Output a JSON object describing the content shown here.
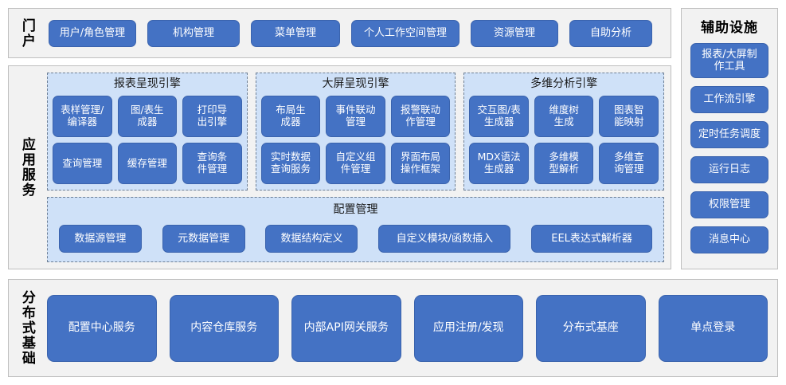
{
  "colors": {
    "button_blue": "#4472C4",
    "panel_light_blue": "#CFE1F8",
    "outer_grey": "#F2F2F2",
    "border_grey": "#BFBFBF",
    "dashed_border": "#6D7F95",
    "button_text": "#FFFFFF"
  },
  "portal": {
    "label": "门户",
    "buttons": [
      "用户/角色管理",
      "机构管理",
      "菜单管理",
      "个人工作空间管理",
      "资源管理",
      "自助分析"
    ]
  },
  "auxiliary": {
    "title": "辅助设施",
    "buttons": [
      "报表/大屏制\n作工具",
      "工作流引擎",
      "定时任务调度",
      "运行日志",
      "权限管理",
      "消息中心"
    ]
  },
  "application_services": {
    "label": "应用服务",
    "engines": [
      {
        "title": "报表呈现引擎",
        "items": [
          "表样管理/\n编译器",
          "图/表生\n成器",
          "打印导\n出引擎",
          "查询管理",
          "缓存管理",
          "查询条\n件管理"
        ]
      },
      {
        "title": "大屏呈现引擎",
        "items": [
          "布局生\n成器",
          "事件联动\n管理",
          "报警联动\n作管理",
          "实时数据\n查询服务",
          "自定义组\n件管理",
          "界面布局\n操作框架"
        ]
      },
      {
        "title": "多维分析引擎",
        "items": [
          "交互图/表\n生成器",
          "维度树\n生成",
          "图表智\n能映射",
          "MDX语法\n生成器",
          "多维模\n型解析",
          "多维查\n询管理"
        ]
      }
    ],
    "config": {
      "title": "配置管理",
      "buttons": [
        "数据源管理",
        "元数据管理",
        "数据结构定义",
        "自定义模块/函数插入",
        "EEL表达式解析器"
      ]
    }
  },
  "distributed_base": {
    "label": "分布式基础",
    "buttons": [
      "配置中心服务",
      "内容仓库服务",
      "内部API网关服务",
      "应用注册/发现",
      "分布式基座",
      "单点登录"
    ]
  }
}
